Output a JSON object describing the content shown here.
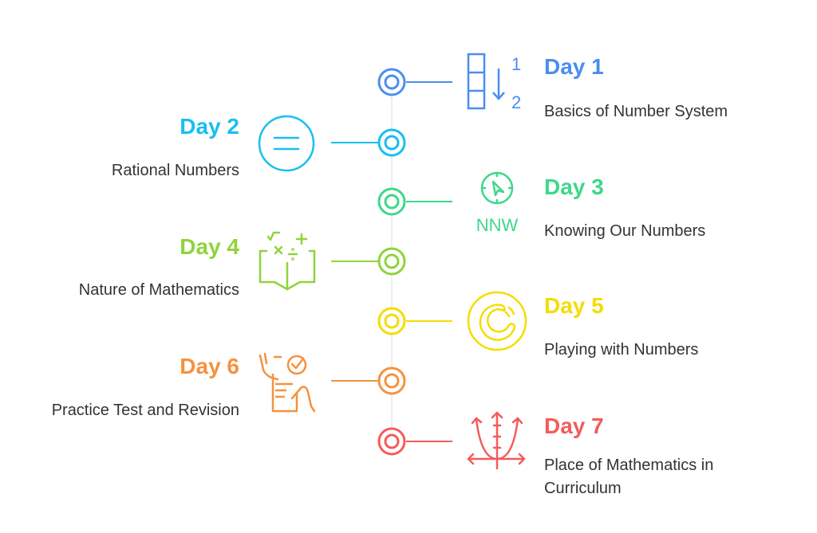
{
  "diagram": {
    "type": "vertical-timeline",
    "steps": [
      {
        "day": "Day 1",
        "title": "Basics of Number System",
        "color": "#4a8ef0",
        "side": "right",
        "icon": "sort-numeric-icon"
      },
      {
        "day": "Day 2",
        "title": "Rational Numbers",
        "color": "#18bff0",
        "side": "left",
        "icon": "equals-circle-icon"
      },
      {
        "day": "Day 3",
        "title": "Knowing Our Numbers",
        "color": "#3ed88a",
        "side": "right",
        "icon": "compass-nnw-icon",
        "icon_text": "NNW"
      },
      {
        "day": "Day 4",
        "title": "Nature of Mathematics",
        "color": "#8fd43a",
        "side": "left",
        "icon": "math-book-icon"
      },
      {
        "day": "Day 5",
        "title": "Playing with Numbers",
        "color": "#f5dc00",
        "side": "right",
        "icon": "play-dial-icon"
      },
      {
        "day": "Day 6",
        "title": "Practice Test and Revision",
        "color": "#f5923e",
        "side": "left",
        "icon": "checklist-clipboard-icon"
      },
      {
        "day": "Day 7",
        "title": "Place of Mathematics in Curriculum",
        "color": "#f45b5b",
        "side": "right",
        "icon": "parabola-graph-icon"
      }
    ]
  }
}
